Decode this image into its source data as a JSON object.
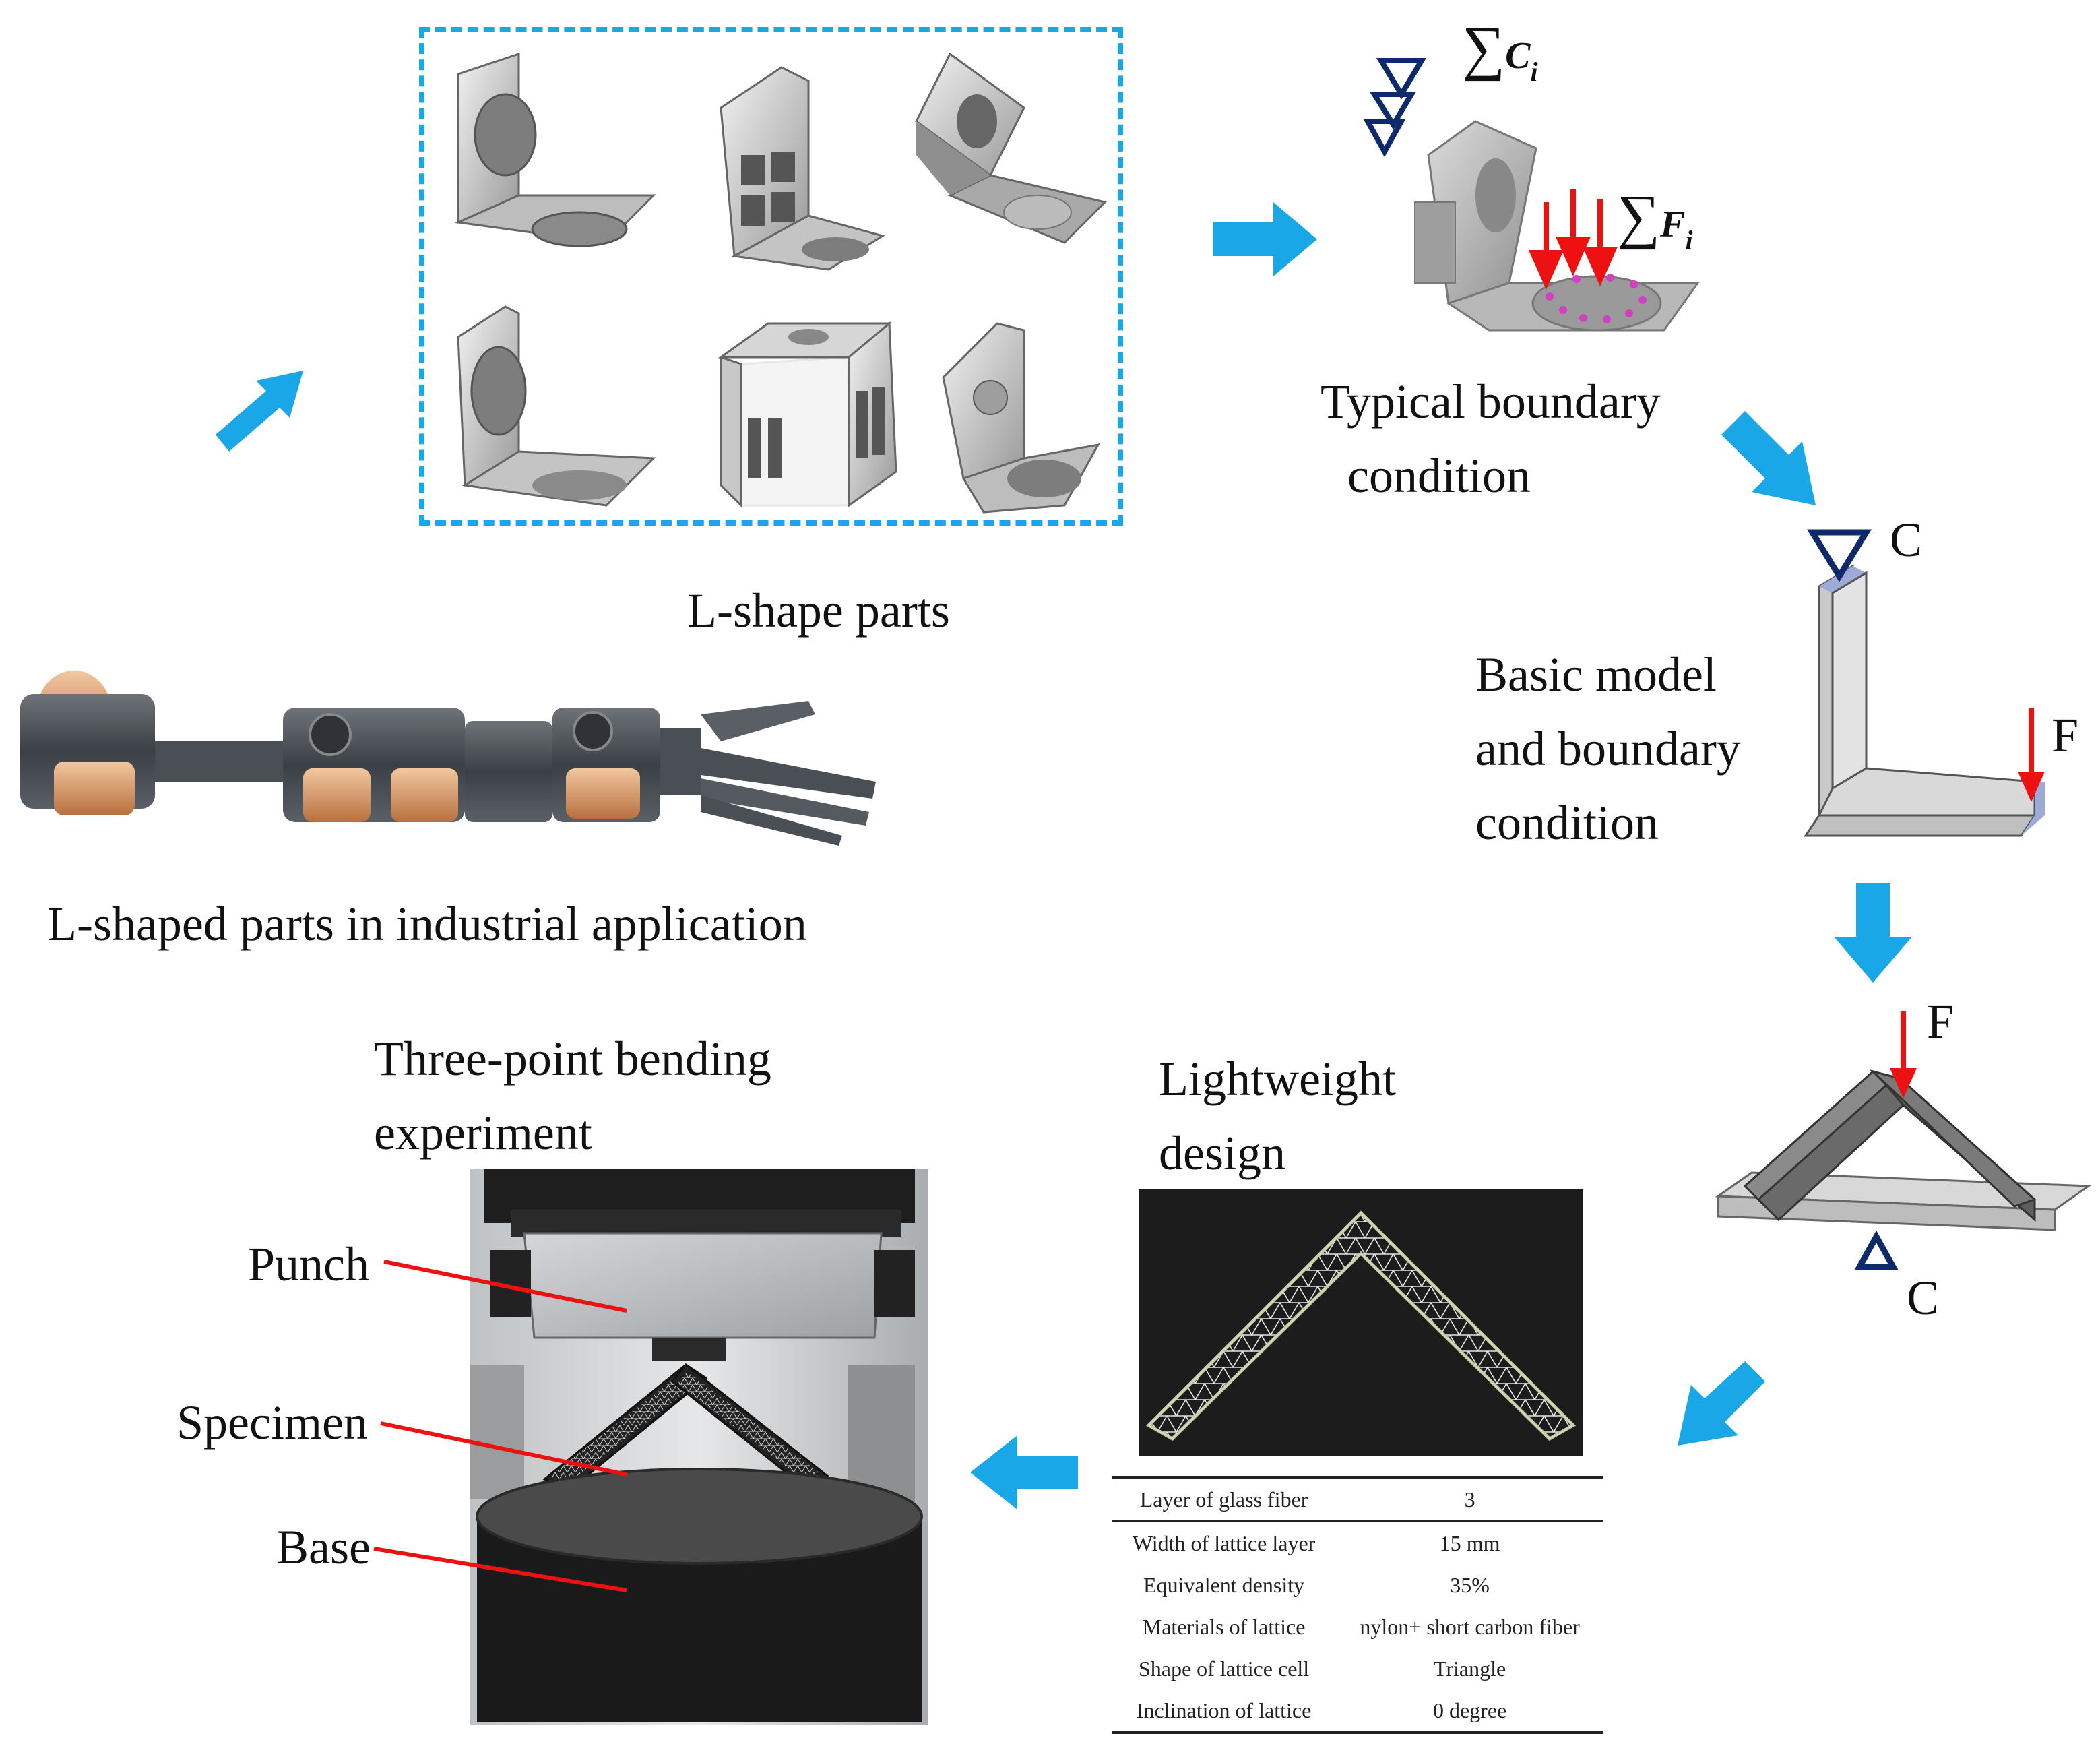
{
  "labels": {
    "l_shape_parts": "L-shape parts",
    "industrial": "L-shaped parts in industrial application",
    "typical_line1": "Typical boundary",
    "typical_line2": "condition",
    "basic_line1": "Basic model",
    "basic_line2": "and boundary",
    "basic_line3": "condition",
    "c_top": "C",
    "f_side": "F",
    "f_vee": "F",
    "c_vee": "C",
    "lightweight_line1": "Lightweight",
    "lightweight_line2": "design",
    "three_point_line1": "Three-point bending",
    "three_point_line2": "experiment",
    "punch": "Punch",
    "specimen": "Specimen",
    "base": "Base",
    "sum_c": "∑",
    "sum_c_var": "C",
    "sum_c_sub": "i",
    "sum_f": "∑",
    "sum_f_var": "F",
    "sum_f_sub": "i"
  },
  "params_table": {
    "rows": [
      {
        "name": "Layer of glass fiber",
        "value": "3"
      },
      {
        "name": "Width of lattice layer",
        "value": "15 mm"
      },
      {
        "name": "Equivalent density",
        "value": "35%"
      },
      {
        "name": "Materials of lattice",
        "value": "nylon+ short carbon fiber"
      },
      {
        "name": "Shape of lattice cell",
        "value": "Triangle"
      },
      {
        "name": "Inclination of lattice",
        "value": "0 degree"
      }
    ]
  },
  "colors": {
    "flow_arrow": "#1aa7e8",
    "dashed_box": "#1aa7e8",
    "support_triangle": "#0f2a6b",
    "force_arrow": "#ee1111",
    "callout_line": "#ee1111",
    "part_gray": "#c9c9c9",
    "lattice_bg": "#1c1c1c"
  }
}
